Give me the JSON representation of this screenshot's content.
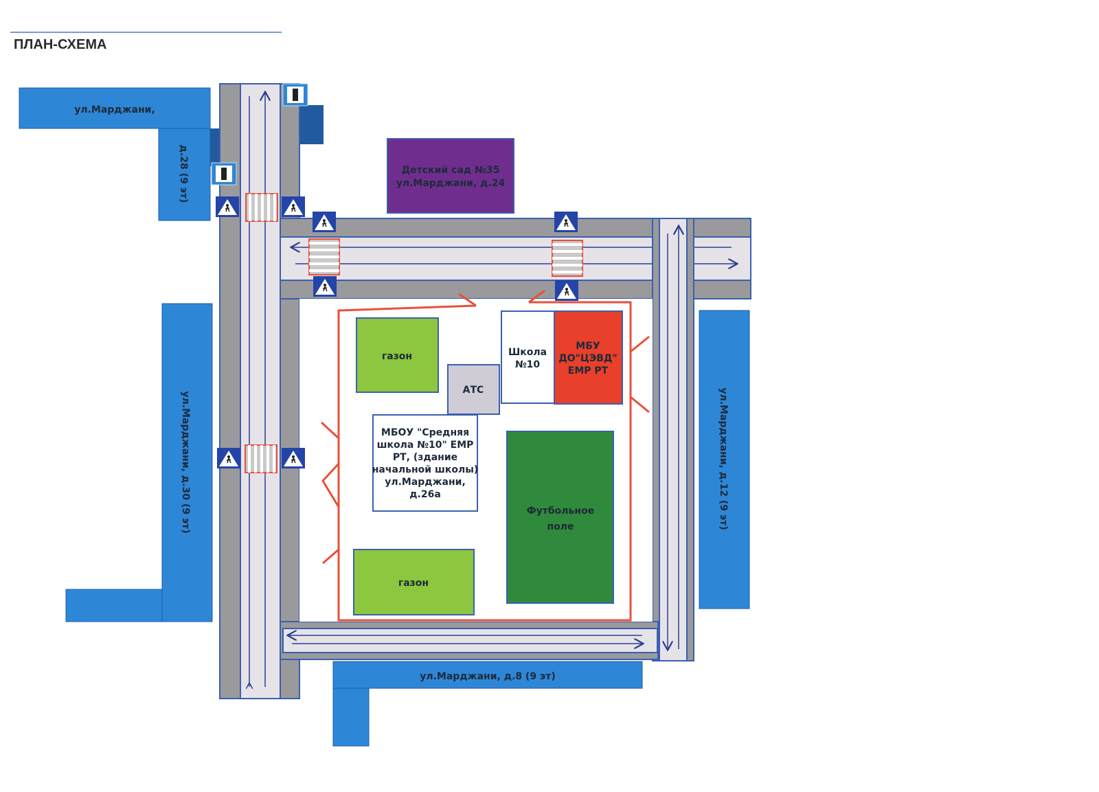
{
  "title": "ПЛАН-СХЕМА",
  "colors": {
    "building": "#2e86d6",
    "building_dark": "#215a9e",
    "kindergarten": "#6f2e8e",
    "lawn": "#8dc63f",
    "field": "#2f8a3c",
    "red_building": "#e8402a",
    "route": "#e8503a",
    "road": "#e6e3e8",
    "sidewalk": "#9a9a9c"
  },
  "buildings": {
    "marjani_28_top": "ул.Марджани,",
    "marjani_28_side": "д.28 (9 эт)",
    "marjani_30": "ул.Марджани, д.30 (9 эт)",
    "marjani_12": "ул.Марджани, д.12 (9 эт)",
    "marjani_8": "ул.Марджани, д.8 (9 эт)",
    "kindergarten": [
      "Детский сад №35",
      "ул.Марджани, д.24"
    ],
    "school10": [
      "Школа",
      "№10"
    ],
    "mbu": [
      "МБУ",
      "ДО\"ЦЭВД\"",
      "ЕМР РТ"
    ],
    "ats": "АТС",
    "mbou": [
      "МБОУ \"Средняя",
      "школа №10\" ЕМР",
      "РТ, (здание",
      "начальной школы)",
      "ул.Марджани,",
      "д.26а"
    ],
    "lawn_top": "газон",
    "lawn_bottom": "газон",
    "field": [
      "Футбольное",
      "поле"
    ]
  },
  "icons": [
    "bus-stop-icon",
    "pedestrian-crossing-sign-icon",
    "children-sign-icon"
  ]
}
